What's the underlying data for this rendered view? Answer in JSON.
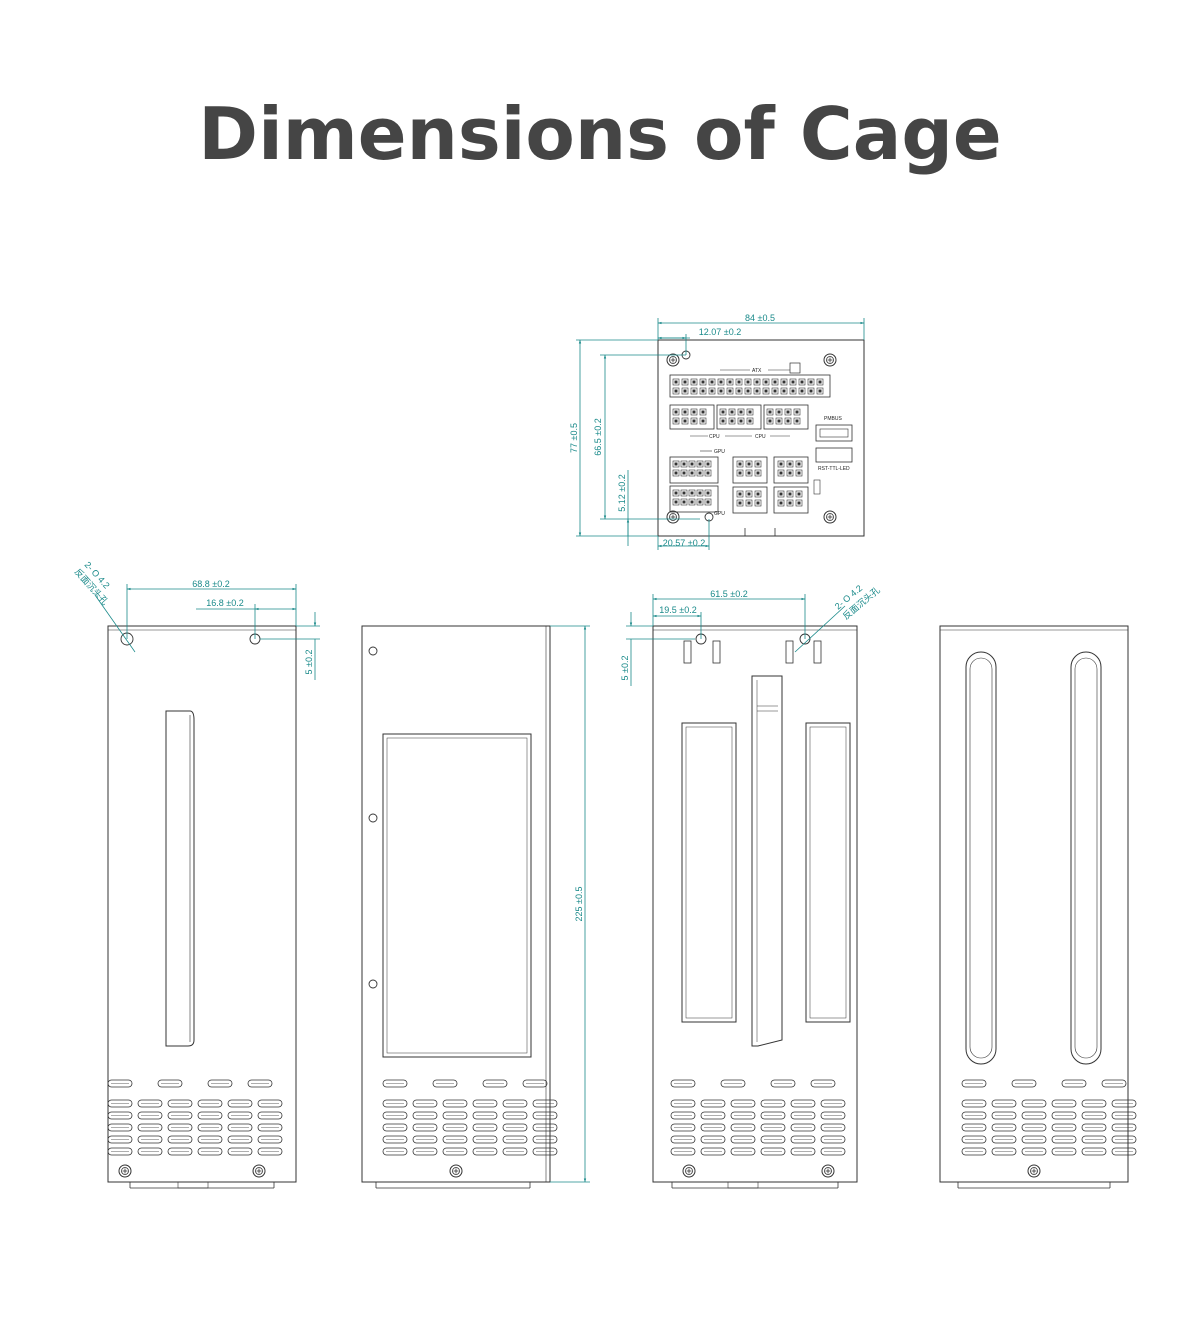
{
  "title": "Dimensions of Cage",
  "colors": {
    "title": "#454545",
    "dimension": "#1a8a8a",
    "line": "#333333",
    "background": "#ffffff"
  },
  "connector_panel": {
    "dims": {
      "width": "84 ±0.5",
      "hole_x": "12.07 ±0.2",
      "height": "77 ±0.5",
      "hole_span": "66.5 ±0.2",
      "hole_y": "5.12 ±0.2",
      "gpu_x": "20.57 ±0.2"
    },
    "labels": {
      "atx": "ATX",
      "cpu_1": "CPU",
      "cpu_2": "CPU",
      "gpu_1": "GPU",
      "gpu_2": "GPU",
      "pmbus": "PMBUS",
      "rst": "RST-TTL-LED"
    }
  },
  "side_views": {
    "view_1": {
      "hole_note_1": "2- Ο 4.2",
      "hole_note_2": "反面沉头孔",
      "width": "68.8 ±0.2",
      "hole_x": "16.8 ±0.2",
      "hole_y": "5 ±0.2"
    },
    "view_2": {
      "length": "225 ±0.5"
    },
    "view_3": {
      "hole_note_1": "2- Ο 4.2",
      "hole_note_2": "反面沉头孔",
      "width": "61.5 ±0.2",
      "hole_x": "19.5 ±0.2",
      "hole_y": "5 ±0.2"
    }
  }
}
